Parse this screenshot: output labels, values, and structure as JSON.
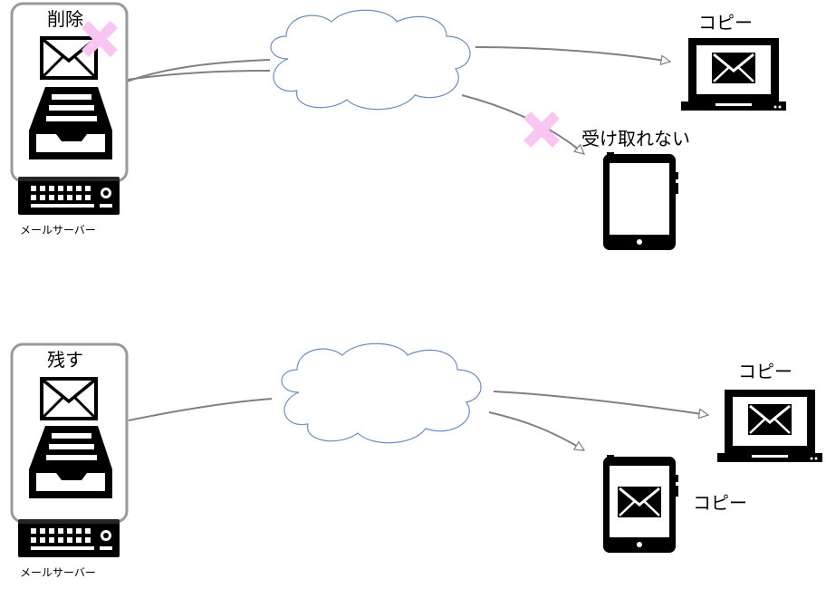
{
  "scenarios": [
    {
      "server_action": "削除",
      "server_label": "メールサーバー",
      "laptop_label": "コピー",
      "tablet_label": "受け取れない"
    },
    {
      "server_action": "残す",
      "server_label": "メールサーバー",
      "laptop_label": "コピー",
      "tablet_label": "コピー"
    }
  ],
  "colors": {
    "delete_mark": "#f9c6f2",
    "cloud_stroke": "#6c8ebf",
    "connector": "#808080",
    "server_frame": "#999999"
  },
  "icons": [
    "envelope-icon",
    "inbox-tray-icon",
    "server-rack-icon",
    "cloud-icon",
    "laptop-icon",
    "tablet-icon",
    "delete-cross-icon"
  ]
}
